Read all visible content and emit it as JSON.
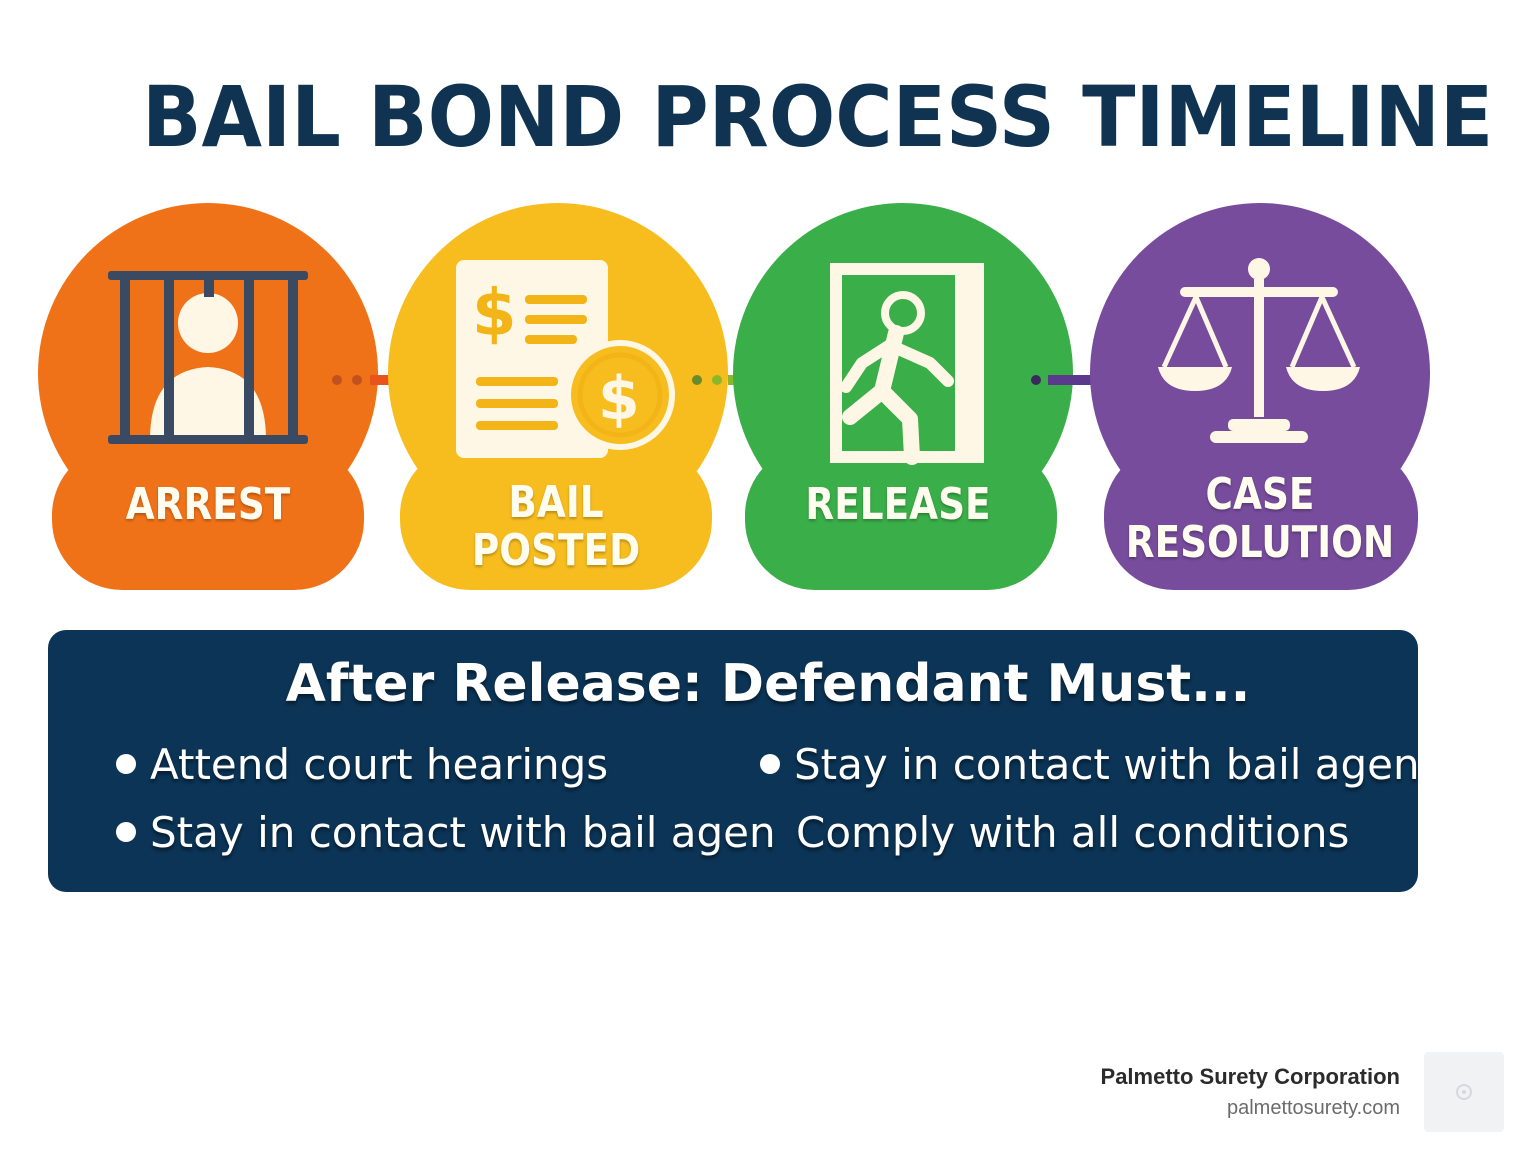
{
  "title": "BAIL BOND PROCESS TIMELINE",
  "steps": [
    {
      "label_lines": [
        "ARREST"
      ],
      "color": "#ef7218",
      "icon": "jail-icon",
      "arrow_color": "#e8551c"
    },
    {
      "label_lines": [
        "BAIL",
        "POSTED"
      ],
      "color": "#f7bd1e",
      "icon": "bail-document-icon",
      "arrow_color": "#8ab82a"
    },
    {
      "label_lines": [
        "RELEASE"
      ],
      "color": "#3aae48",
      "icon": "exit-door-icon",
      "arrow_color": "#5b3a8e"
    },
    {
      "label_lines": [
        "CASE",
        "RESOLUTION"
      ],
      "color": "#774c9d",
      "icon": "scales-of-justice-icon"
    }
  ],
  "after_release": {
    "heading": "After Release: Defendant Must...",
    "items": [
      {
        "text": "Attend court hearings",
        "bullet": true
      },
      {
        "text": "Stay in contact with bail agent",
        "bullet": true
      },
      {
        "text": "Stay in contact with bail agen",
        "bullet": true
      },
      {
        "text": "Comply with all conditions",
        "bullet": false
      }
    ]
  },
  "footer": {
    "company": "Palmetto Surety Corporation",
    "url": "palmettosurety.com"
  }
}
